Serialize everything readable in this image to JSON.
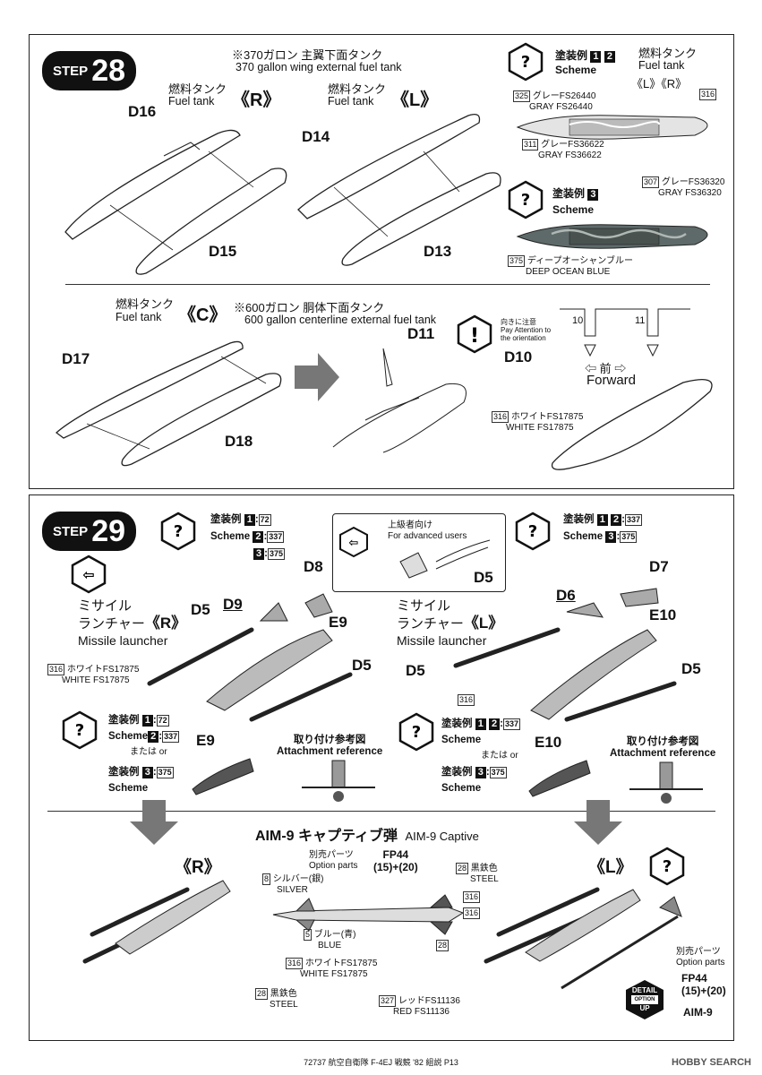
{
  "step28": {
    "label": "STEP",
    "number": "28",
    "note_jp": "※370ガロン 主翼下面タンク",
    "note_en": "370 gallon wing external fuel tank",
    "right_tank": {
      "jp": "燃料タンク",
      "en": "Fuel tank",
      "side": "《R》",
      "top_part": "D16",
      "bottom_part": "D15"
    },
    "left_tank": {
      "jp": "燃料タンク",
      "en": "Fuel tank",
      "side": "《L》",
      "top_part": "D14",
      "bottom_part": "D13"
    },
    "scheme12": {
      "jp": "塗装例",
      "nums": [
        "1",
        "2"
      ],
      "en": "Scheme",
      "tank_jp": "燃料タンク",
      "tank_en": "Fuel tank",
      "sides": "《L》《R》",
      "c325": "325",
      "c325_jp": "グレーFS26440",
      "c325_en": "GRAY FS26440",
      "c311": "311",
      "c311_jp": "グレーFS36622",
      "c311_en": "GRAY FS36622",
      "c316": "316"
    },
    "scheme3": {
      "jp": "塗装例",
      "num": "3",
      "en": "Scheme",
      "c307": "307",
      "c307_jp": "グレーFS36320",
      "c307_en": "GRAY FS36320",
      "c375": "375",
      "c375_jp": "ディープオーシャンブルー",
      "c375_en": "DEEP OCEAN BLUE"
    },
    "center_tank": {
      "jp": "燃料タンク",
      "en": "Fuel tank",
      "side": "《C》",
      "note_jp": "※600ガロン 胴体下面タンク",
      "note_en": "600 gallon centerline external fuel tank",
      "top_part": "D17",
      "bottom_part": "D18"
    },
    "attach": {
      "pylon": "D11",
      "part": "D10",
      "warn_jp": "向きに注意",
      "warn_en1": "Pay Attention to",
      "warn_en2": "the orientation",
      "slot_a": "10",
      "slot_b": "11",
      "fwd_jp": "⇦ 前 ⇨",
      "fwd_en": "Forward",
      "c316": "316",
      "c316_jp": "ホワイトFS17875",
      "c316_en": "WHITE FS17875"
    }
  },
  "step29": {
    "label": "STEP",
    "number": "29",
    "adv_jp": "上級者向け",
    "adv_en": "For advanced users",
    "adv_part": "D5",
    "left": {
      "scheme_jp": "塗装例",
      "scheme_en": "Scheme",
      "s1": "1",
      "c1": "72",
      "s2": "2",
      "c2": "337",
      "s3": "3",
      "c3": "375",
      "launcher_jp1": "ミサイル",
      "launcher_jp2": "ランチャー",
      "side": "《R》",
      "launcher_en": "Missile launcher",
      "p_d8": "D8",
      "p_d9": "D9",
      "p_e9": "E9",
      "p_d5a": "D5",
      "p_d5b": "D5",
      "c316": "316",
      "white_jp": "ホワイトFS17875",
      "white_en": "WHITE FS17875",
      "s2_jp": "塗装例",
      "s2_en": "Scheme",
      "s2_n1": "1",
      "s2_c1": "72",
      "s2_n2": "2",
      "s2_c2": "337",
      "or": "または or",
      "s3_jp": "塗装例",
      "s3_n": "3",
      "s3_c": "375",
      "s3_en": "Scheme",
      "e9_part": "E9",
      "ref_jp": "取り付け参考図",
      "ref_en": "Attachment reference"
    },
    "right": {
      "scheme_jp": "塗装例",
      "scheme_en": "Scheme",
      "s1": "1",
      "s2": "2",
      "c12": "337",
      "s3": "3",
      "c3": "375",
      "launcher_jp1": "ミサイル",
      "launcher_jp2": "ランチャー",
      "side": "《L》",
      "launcher_en": "Missile launcher",
      "p_d7": "D7",
      "p_d6": "D6",
      "p_e10": "E10",
      "p_d5a": "D5",
      "p_d5b": "D5",
      "c316": "316",
      "s2_jp": "塗装例",
      "s2_n1": "1",
      "s2_n2": "2",
      "s2_c": "337",
      "s2_en": "Scheme",
      "or": "または or",
      "s3_jp": "塗装例",
      "s3_n": "3",
      "s3_c": "375",
      "s3_en": "Scheme",
      "e10_part": "E10",
      "ref_jp": "取り付け参考図",
      "ref_en": "Attachment reference"
    },
    "captive": {
      "title_jp": "AIM-9 キャプティブ弾",
      "title_en": "AIM-9 Captive",
      "r": "《R》",
      "l": "《L》",
      "option_jp": "別売パーツ",
      "option_en": "Option parts",
      "fp": "FP44",
      "fp_parts": "(15)+(20)",
      "c8": "8",
      "c8_jp": "シルバー(銀)",
      "c8_en": "SILVER",
      "c5": "5",
      "c5_jp": "ブルー(青)",
      "c5_en": "BLUE",
      "c316": "316",
      "c316_jp": "ホワイトFS17875",
      "c316_en": "WHITE FS17875",
      "c28": "28",
      "c28_jp": "黒鉄色",
      "c28_en": "STEEL",
      "c327": "327",
      "c327_jp": "レッドFS11136",
      "c327_en": "RED FS11136",
      "c28b": "28",
      "c28b_jp": "黒鉄色",
      "c28b_en": "STEEL",
      "c316b": "316",
      "c316c": "316",
      "c28c": "28",
      "opt2_jp": "別売パーツ",
      "opt2_en": "Option parts",
      "fp2": "FP44",
      "fp2_parts": "(15)+(20)",
      "aim": "AIM-9",
      "detail1": "DETAIL",
      "detail2": "OPTION",
      "detail3": "UP"
    }
  },
  "footer": "72737 航空自衛隊 F-4EJ 戦競 '82 組説 P13",
  "watermark": "HOBBY SEARCH"
}
